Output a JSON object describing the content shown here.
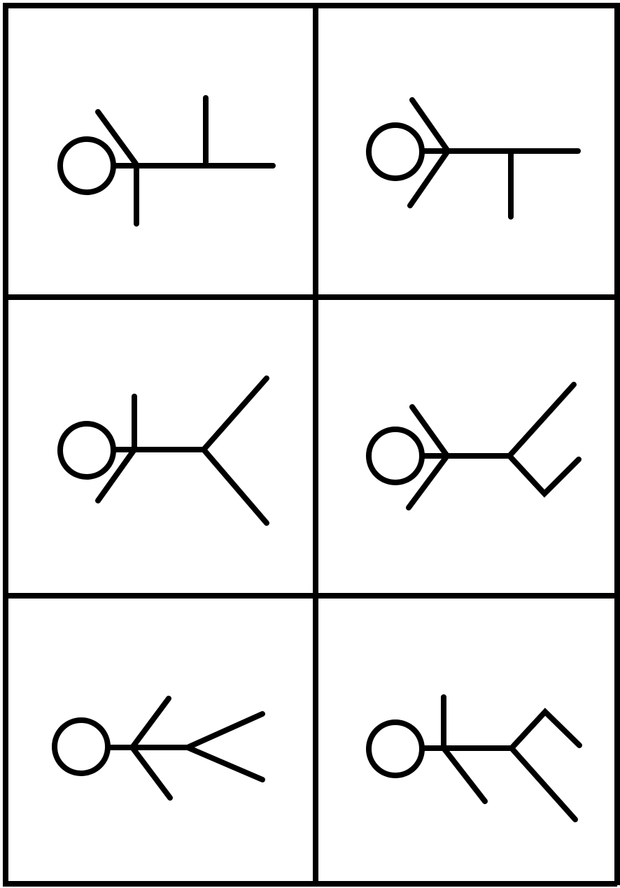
{
  "colors": {
    "ink": "#000000",
    "background": "#ffffff"
  },
  "figures": [
    {
      "row": 1,
      "column": 1,
      "icon": "stick-figure-icon"
    },
    {
      "row": 1,
      "column": 2,
      "icon": "stick-figure-icon"
    },
    {
      "row": 2,
      "column": 1,
      "icon": "stick-figure-icon"
    },
    {
      "row": 2,
      "column": 2,
      "icon": "stick-figure-icon"
    },
    {
      "row": 3,
      "column": 1,
      "icon": "stick-figure-icon"
    },
    {
      "row": 3,
      "column": 2,
      "icon": "stick-figure-icon"
    }
  ]
}
